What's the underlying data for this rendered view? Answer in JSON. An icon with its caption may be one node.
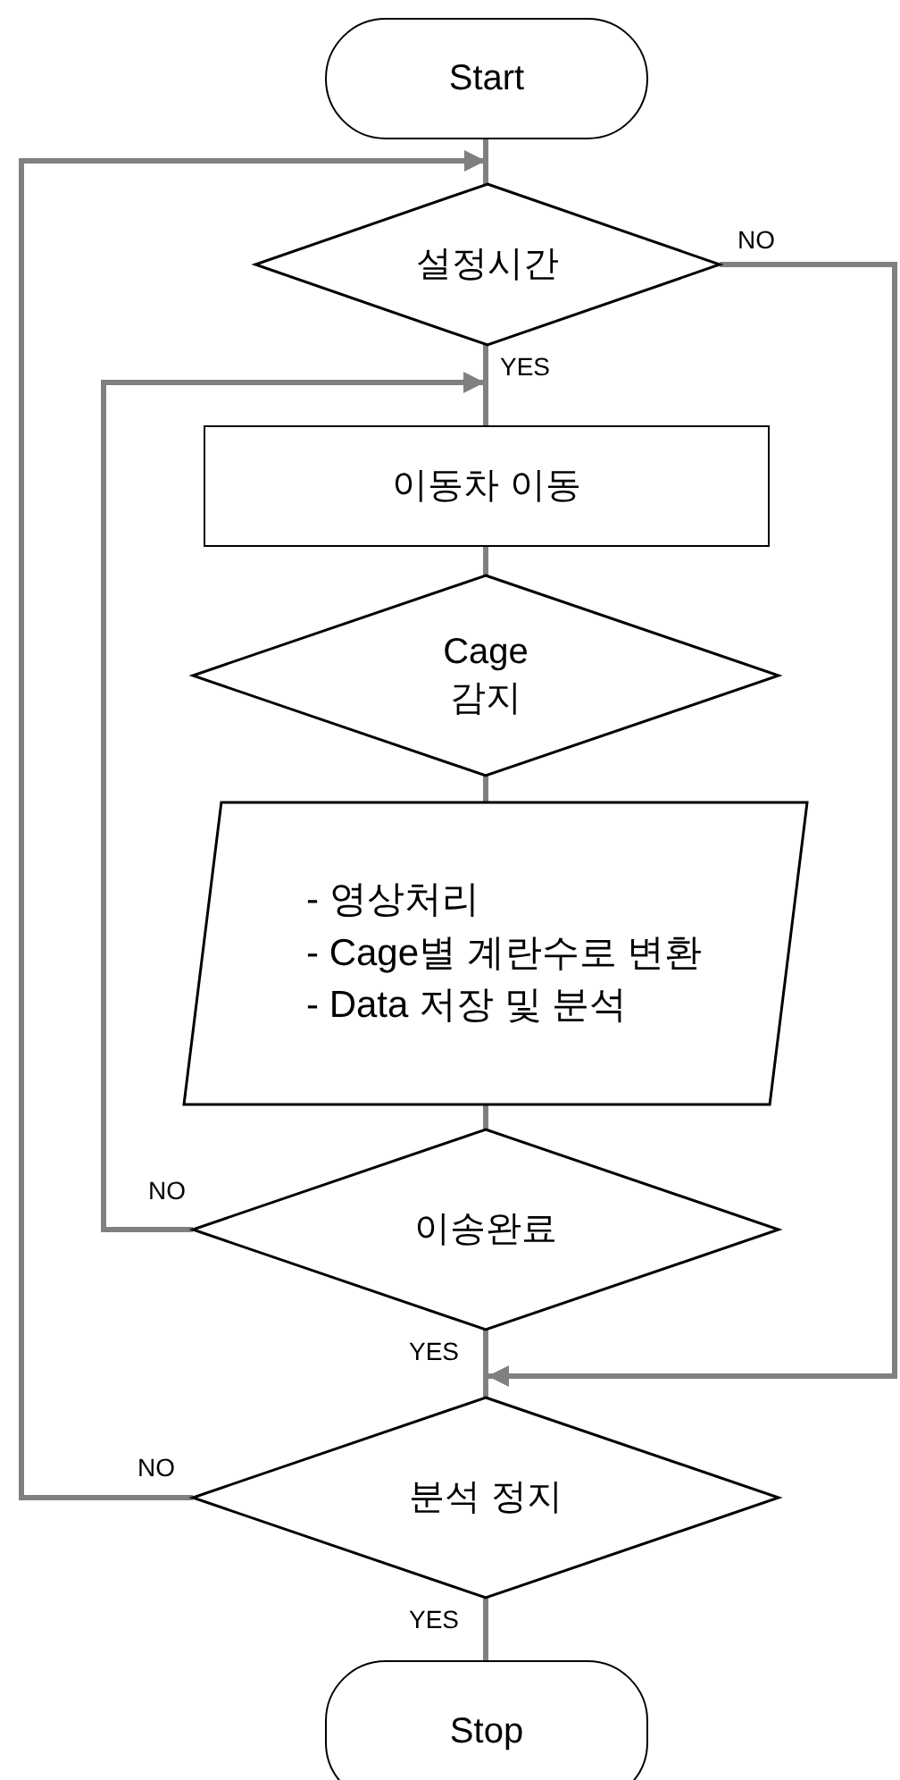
{
  "diagram": {
    "nodes": [
      {
        "text": [
          "Start"
        ]
      },
      {
        "text": [
          "설정시간"
        ]
      },
      {
        "text": [
          "이동차 이동"
        ]
      },
      {
        "text": [
          "Cage 감지"
        ]
      },
      {
        "text": [
          "- 영상처리",
          "- Cage별 계란수로 변환",
          "- Data 저장 및 분석"
        ]
      },
      {
        "text": [
          "이송완료"
        ]
      },
      {
        "text": [
          "분석 정지"
        ]
      },
      {
        "text": [
          "Stop"
        ]
      }
    ],
    "edges": [
      {
        "from": 0,
        "to": 1,
        "arrow": "none"
      },
      {
        "from": 6,
        "to": 1,
        "arrow": "to",
        "label": "NO"
      },
      {
        "from": 1,
        "to": 2,
        "arrow": "none",
        "label": "YES"
      },
      {
        "from": 2,
        "to": 3,
        "arrow": "none"
      },
      {
        "from": 3,
        "to": 4,
        "arrow": "none"
      },
      {
        "from": 4,
        "to": 5,
        "arrow": "none"
      },
      {
        "from": 5,
        "to": 2,
        "arrow": "to",
        "label": "NO"
      },
      {
        "from": 5,
        "to": 6,
        "arrow": "none",
        "label": "YES"
      },
      {
        "from": 1,
        "to": 6,
        "arrow": "to",
        "label": "NO"
      },
      {
        "from": 6,
        "to": 7,
        "arrow": "none",
        "label": "YES"
      }
    ]
  }
}
